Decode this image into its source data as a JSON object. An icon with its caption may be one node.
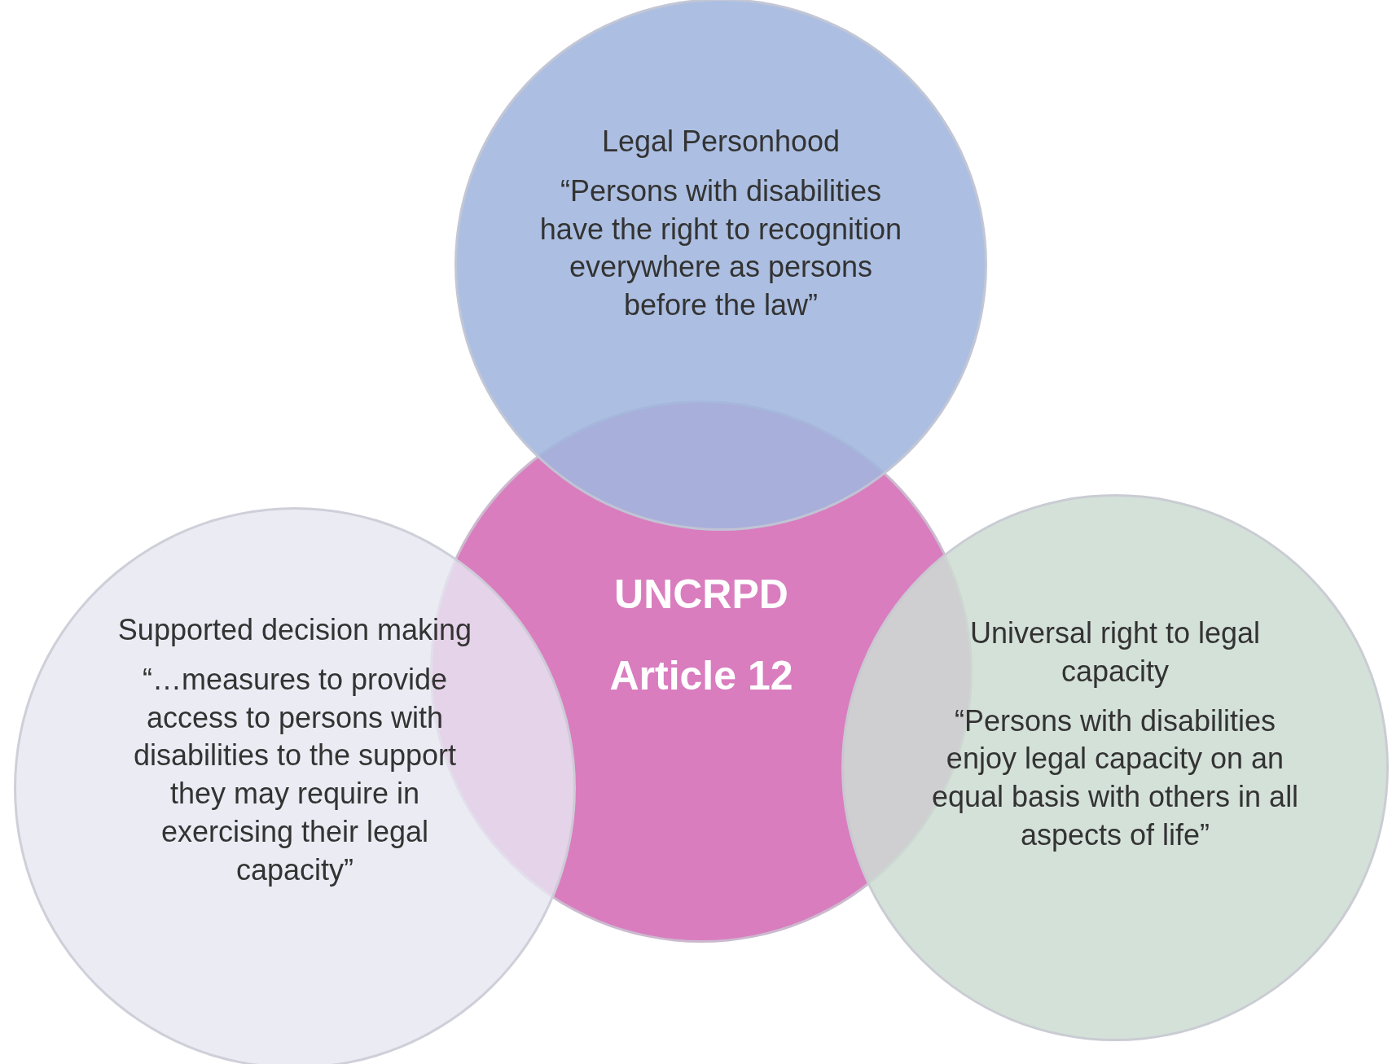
{
  "diagram": {
    "nodes": [
      {
        "text": [
          "Legal Personhood",
          "“Persons with disabilities have the right to recognition everywhere as persons before the law”"
        ]
      },
      {
        "text": [
          "Supported decision making",
          "“…measures to provide access to persons with disabilities to the support they may require in exercising their legal capacity”"
        ]
      },
      {
        "text": [
          "UNCRPD Article 12"
        ]
      },
      {
        "text": [
          "Universal right to legal capacity",
          "“Persons with disabilities enjoy legal capacity on an equal basis with others in all aspects of life”"
        ]
      }
    ]
  }
}
